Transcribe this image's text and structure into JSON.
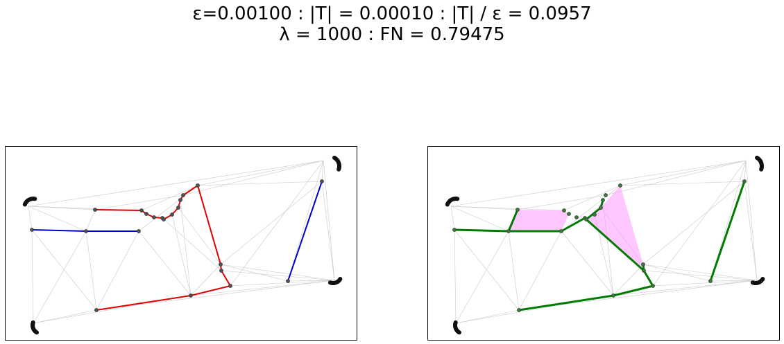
{
  "figure": {
    "title_line1": "ε=0.00100 : |T| = 0.00010 : |T| / ε = 0.0957",
    "title_line2": "λ = 1000 : FN = 0.79475"
  },
  "colors": {
    "mesh": "#c8c8c8",
    "node": "#505050",
    "boundary": "#111111",
    "left_red": "#e00000",
    "left_blue": "#0000cc",
    "right_green": "#007a00",
    "right_fill": "#ff99ff"
  },
  "panels": [
    {
      "name": "left",
      "description": "chain decomposition: red and blue 1-chains"
    },
    {
      "name": "right",
      "description": "green chain with pink filled triangles"
    }
  ]
}
